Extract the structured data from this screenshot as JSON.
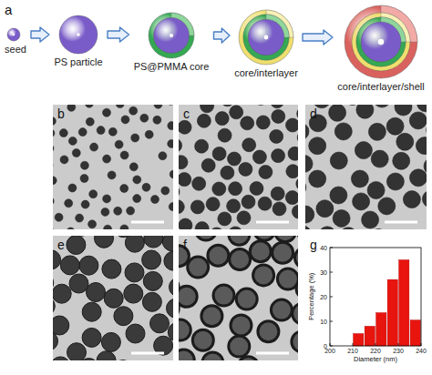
{
  "diagram": {
    "nodes": [
      {
        "text": [
          "seed"
        ]
      },
      {
        "text": [
          "PS particle"
        ]
      },
      {
        "text": [
          "PS@PMMA core"
        ]
      },
      {
        "text": [
          "core/interlayer"
        ]
      },
      {
        "text": [
          "core/interlayer/shell"
        ]
      }
    ],
    "edges": [
      {
        "from": 0,
        "to": 1,
        "arrow": "to"
      },
      {
        "from": 1,
        "to": 2,
        "arrow": "to"
      },
      {
        "from": 2,
        "to": 3,
        "arrow": "to"
      },
      {
        "from": 3,
        "to": 4,
        "arrow": "to"
      }
    ],
    "labels": [
      "a",
      "b",
      "c",
      "d",
      "e",
      "f",
      "g",
      "Percentage (%)",
      "0",
      "10",
      "20",
      "30",
      "40",
      "200",
      "210",
      "220",
      "230",
      "240",
      "Diameter (nm)"
    ]
  }
}
